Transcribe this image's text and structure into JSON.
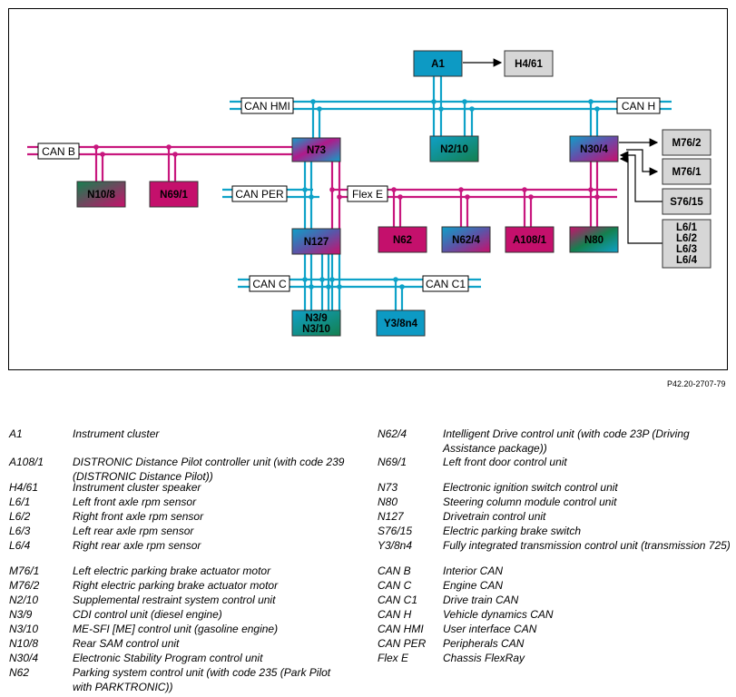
{
  "diagram": {
    "units": {
      "A1": "A1",
      "H4_61": "H4/61",
      "N2_10": "N2/10",
      "N30_4": "N30/4",
      "M76_2": "M76/2",
      "M76_1": "M76/1",
      "S76_15": "S76/15",
      "L6": [
        "L6/1",
        "L6/2",
        "L6/3",
        "L6/4"
      ],
      "N73": "N73",
      "N10_8": "N10/8",
      "N69_1": "N69/1",
      "N127": "N127",
      "N62": "N62",
      "N62_4": "N62/4",
      "A108_1": "A108/1",
      "N80": "N80",
      "N3_9": "N3/9",
      "N3_10": "N3/10",
      "Y3_8n4": "Y3/8n4"
    },
    "bus_labels": {
      "can_hmi": "CAN HMI",
      "can_h": "CAN H",
      "can_b": "CAN B",
      "can_per": "CAN PER",
      "flex_e": "Flex E",
      "can_c": "CAN C",
      "can_c1": "CAN C1"
    },
    "colors": {
      "can_blue": "#0ea2c8",
      "can_magenta": "#c8177e",
      "unit_blue": "#0d9ac4",
      "unit_magenta": "#c4106c",
      "unit_green": "#13805a",
      "peripheral_gray": "#d6d6d6"
    }
  },
  "reference": "P42.20-2707-79",
  "legend": {
    "left": [
      {
        "code": "A1",
        "desc": "Instrument cluster"
      },
      {
        "code": "A108/1",
        "desc": "DISTRONIC Distance Pilot controller unit (with code 239 (DISTRONIC Distance Pilot))"
      },
      {
        "code": "H4/61",
        "desc": "Instrument cluster speaker"
      },
      {
        "code": "L6/1",
        "desc": "Left front axle rpm sensor"
      },
      {
        "code": "L6/2",
        "desc": "Right front axle rpm sensor"
      },
      {
        "code": "L6/3",
        "desc": "Left rear axle rpm sensor"
      },
      {
        "code": "L6/4",
        "desc": "Right rear axle rpm sensor"
      },
      {
        "code": "M76/1",
        "desc": "Left electric parking brake actuator motor"
      },
      {
        "code": "M76/2",
        "desc": "Right electric parking brake actuator motor"
      },
      {
        "code": "N2/10",
        "desc": "Supplemental restraint system control unit"
      },
      {
        "code": "N3/9",
        "desc": "CDI control unit (diesel engine)"
      },
      {
        "code": "N3/10",
        "desc": "ME-SFI [ME] control unit (gasoline engine)"
      },
      {
        "code": "N10/8",
        "desc": "Rear SAM control unit"
      },
      {
        "code": "N30/4",
        "desc": "Electronic Stability Program control unit"
      },
      {
        "code": "N62",
        "desc": "Parking system control unit (with code 235 (Park Pilot with PARKTRONIC))"
      }
    ],
    "right": [
      {
        "code": "N62/4",
        "desc": "Intelligent Drive control unit (with code 23P (Driving Assistance package))"
      },
      {
        "code": "N69/1",
        "desc": "Left front door control unit"
      },
      {
        "code": "N73",
        "desc": "Electronic ignition switch control unit"
      },
      {
        "code": "N80",
        "desc": "Steering column module control unit"
      },
      {
        "code": "N127",
        "desc": "Drivetrain control unit"
      },
      {
        "code": "S76/15",
        "desc": "Electric parking brake switch"
      },
      {
        "code": "Y3/8n4",
        "desc": "Fully integrated transmission control unit (transmission 725)"
      },
      {
        "code": "CAN B",
        "desc": "Interior CAN"
      },
      {
        "code": "CAN C",
        "desc": "Engine CAN"
      },
      {
        "code": "CAN C1",
        "desc": "Drive train CAN"
      },
      {
        "code": "CAN H",
        "desc": "Vehicle dynamics CAN"
      },
      {
        "code": "CAN HMI",
        "desc": "User interface CAN"
      },
      {
        "code": "CAN PER",
        "desc": "Peripherals CAN"
      },
      {
        "code": "Flex E",
        "desc": "Chassis FlexRay"
      }
    ]
  }
}
